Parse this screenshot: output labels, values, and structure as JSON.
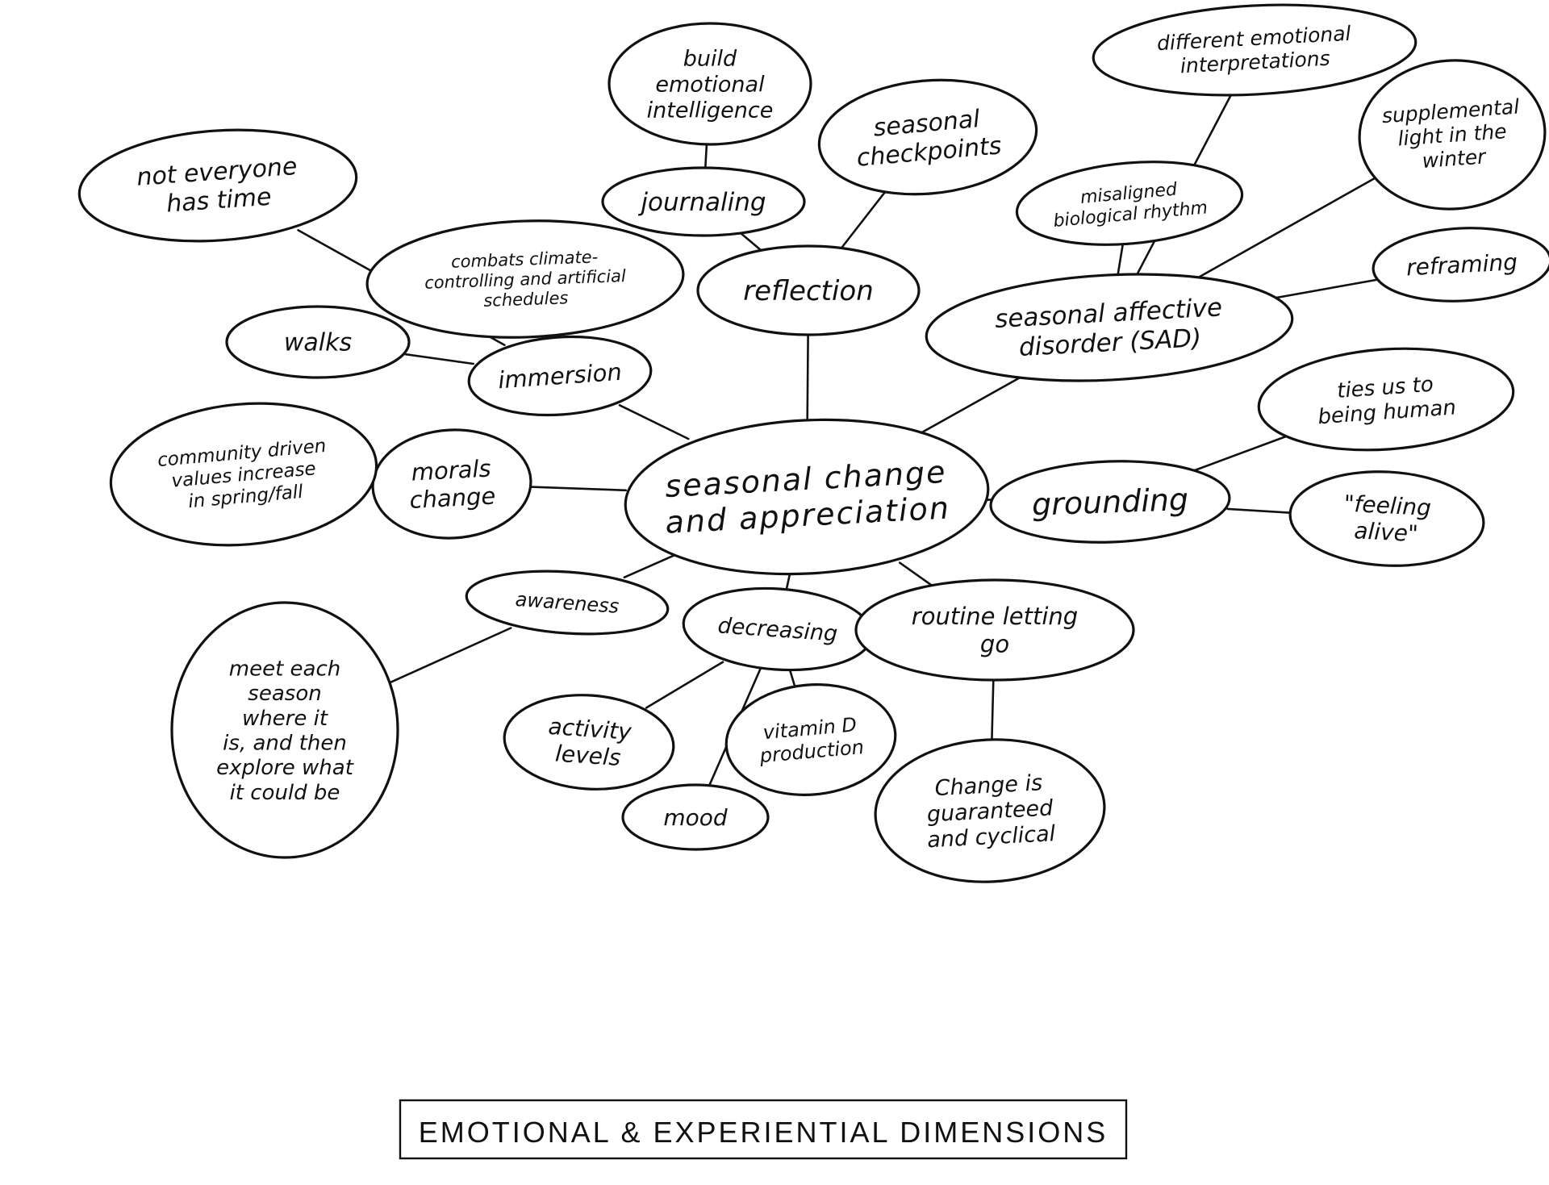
{
  "diagram": {
    "type": "mind-map",
    "title": "EMOTIONAL & EXPERIENTIAL DIMENSIONS",
    "colors": {
      "ink": "#111111",
      "paper": "#ffffff"
    },
    "nodes": [
      {
        "id": "center",
        "lines": [
          "seasonal change",
          "and appreciation"
        ]
      },
      {
        "id": "reflection",
        "lines": [
          "reflection"
        ]
      },
      {
        "id": "journaling",
        "lines": [
          "journaling"
        ]
      },
      {
        "id": "build-ei",
        "lines": [
          "build",
          "emotional",
          "intelligence"
        ]
      },
      {
        "id": "checkpoints",
        "lines": [
          "seasonal",
          "checkpoints"
        ]
      },
      {
        "id": "immersion",
        "lines": [
          "immersion"
        ]
      },
      {
        "id": "walks",
        "lines": [
          "walks"
        ]
      },
      {
        "id": "not-everyone",
        "lines": [
          "not everyone",
          "has time"
        ]
      },
      {
        "id": "combats",
        "lines": [
          "combats climate-",
          "controlling and artificial",
          "schedules"
        ]
      },
      {
        "id": "morals",
        "lines": [
          "morals",
          "change"
        ]
      },
      {
        "id": "community",
        "lines": [
          "community driven",
          "values increase",
          "in spring/fall"
        ]
      },
      {
        "id": "awareness",
        "lines": [
          "awareness"
        ]
      },
      {
        "id": "meet-season",
        "lines": [
          "meet each",
          "season",
          "where it",
          "is, and then",
          "explore what",
          "it could be"
        ]
      },
      {
        "id": "decreasing",
        "lines": [
          "decreasing"
        ]
      },
      {
        "id": "activity",
        "lines": [
          "activity",
          "levels"
        ]
      },
      {
        "id": "mood",
        "lines": [
          "mood"
        ]
      },
      {
        "id": "vitamin-d",
        "lines": [
          "vitamin D",
          "production"
        ]
      },
      {
        "id": "routine",
        "lines": [
          "routine letting",
          "go"
        ]
      },
      {
        "id": "change-guaranteed",
        "lines": [
          "Change is",
          "guaranteed",
          "and cyclical"
        ]
      },
      {
        "id": "grounding",
        "lines": [
          "grounding"
        ]
      },
      {
        "id": "ties-human",
        "lines": [
          "ties us to",
          "being human"
        ]
      },
      {
        "id": "feeling-alive",
        "lines": [
          "\"feeling",
          "alive\""
        ]
      },
      {
        "id": "sad",
        "lines": [
          "seasonal affective",
          "disorder (SAD)"
        ]
      },
      {
        "id": "misaligned",
        "lines": [
          "misaligned",
          "biological rhythm"
        ]
      },
      {
        "id": "different-emotional",
        "lines": [
          "different emotional",
          "interpretations"
        ]
      },
      {
        "id": "supplemental",
        "lines": [
          "supplemental",
          "light in the",
          "winter"
        ]
      },
      {
        "id": "reframing",
        "lines": [
          "reframing"
        ]
      }
    ],
    "edges": [
      [
        "center",
        "reflection"
      ],
      [
        "reflection",
        "journaling"
      ],
      [
        "journaling",
        "build-ei"
      ],
      [
        "reflection",
        "checkpoints"
      ],
      [
        "center",
        "immersion"
      ],
      [
        "immersion",
        "walks"
      ],
      [
        "immersion",
        "not-everyone"
      ],
      [
        "immersion",
        "combats"
      ],
      [
        "center",
        "morals"
      ],
      [
        "morals",
        "community"
      ],
      [
        "center",
        "awareness"
      ],
      [
        "awareness",
        "meet-season"
      ],
      [
        "center",
        "decreasing"
      ],
      [
        "decreasing",
        "activity"
      ],
      [
        "decreasing",
        "mood"
      ],
      [
        "decreasing",
        "vitamin-d"
      ],
      [
        "center",
        "routine"
      ],
      [
        "routine",
        "change-guaranteed"
      ],
      [
        "center",
        "grounding"
      ],
      [
        "grounding",
        "ties-human"
      ],
      [
        "grounding",
        "feeling-alive"
      ],
      [
        "center",
        "sad"
      ],
      [
        "sad",
        "misaligned"
      ],
      [
        "sad",
        "different-emotional"
      ],
      [
        "sad",
        "supplemental"
      ],
      [
        "sad",
        "reframing"
      ]
    ]
  }
}
